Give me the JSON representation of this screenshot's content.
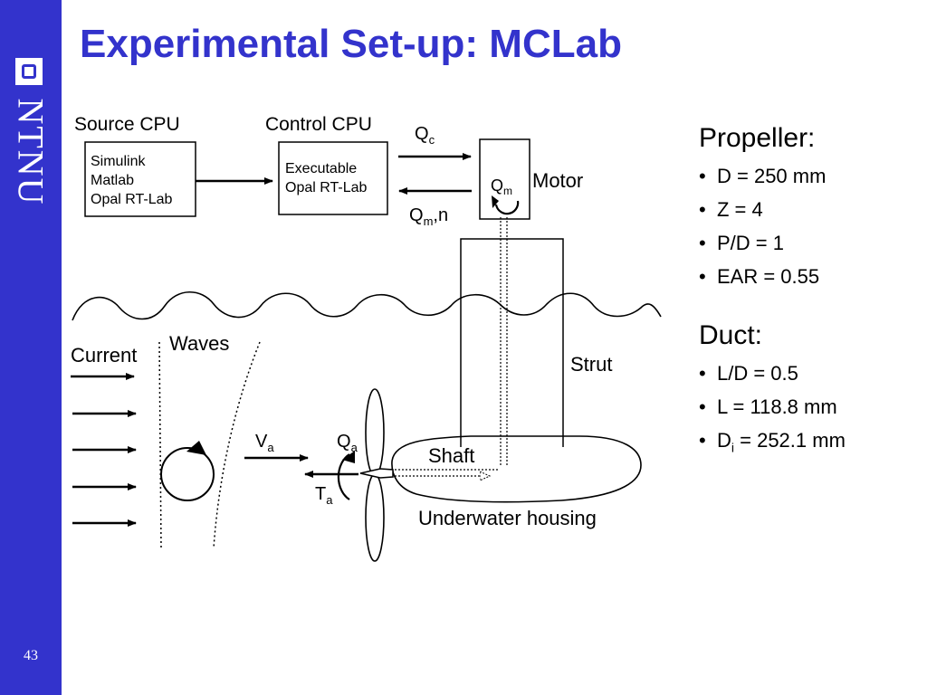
{
  "title": "Experimental Set-up: MCLab",
  "sidebar": {
    "logo_text": "NTNU",
    "page_number": "43"
  },
  "diagram": {
    "source_cpu_label": "Source CPU",
    "control_cpu_label": "Control CPU",
    "source_lines": [
      "Simulink",
      "Matlab",
      "Opal RT-Lab"
    ],
    "control_lines": [
      "Executable",
      "Opal RT-Lab"
    ],
    "qc": {
      "main": "Q",
      "sub": "c"
    },
    "qm": {
      "main": "Q",
      "sub": "m"
    },
    "qm_n": {
      "main": "Q",
      "sub": "m",
      "suffix": ",n"
    },
    "motor": "Motor",
    "strut": "Strut",
    "current": "Current",
    "waves": "Waves",
    "va": {
      "main": "V",
      "sub": "a"
    },
    "qa": {
      "main": "Q",
      "sub": "a"
    },
    "ta": {
      "main": "T",
      "sub": "a"
    },
    "shaft": "Shaft",
    "housing": "Underwater housing"
  },
  "specs": {
    "propeller_heading": "Propeller:",
    "propeller_items": [
      "D = 250 mm",
      "Z = 4",
      "P/D = 1",
      "EAR = 0.55"
    ],
    "duct_heading": "Duct:",
    "duct_items": [
      {
        "text": "L/D = 0.5"
      },
      {
        "text": "L = 118.8 mm"
      },
      {
        "main": "D",
        "sub": "i",
        "rest": " = 252.1 mm"
      }
    ]
  }
}
